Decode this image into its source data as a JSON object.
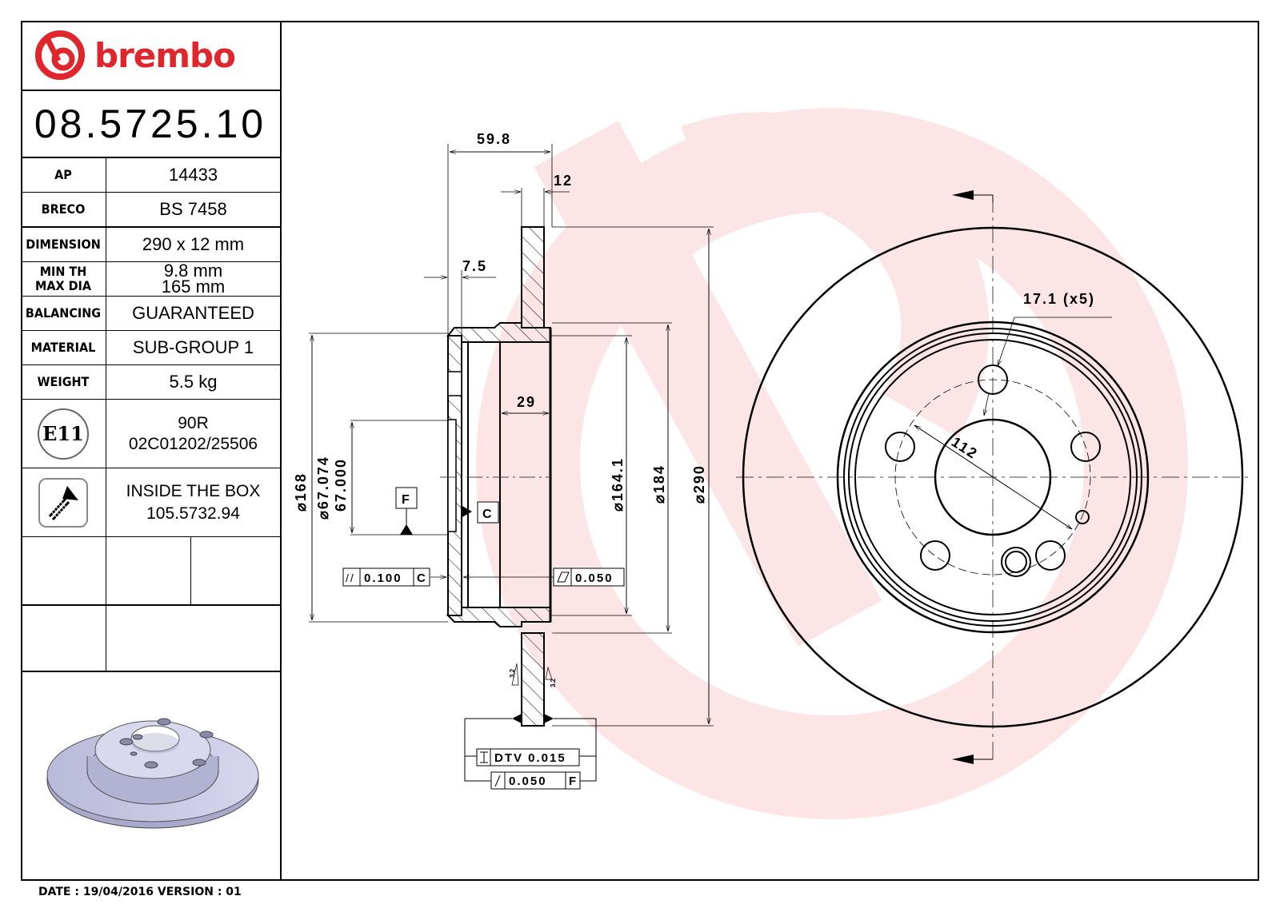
{
  "brand": {
    "name": "brembo",
    "color": "#e0262d"
  },
  "part_number": "08.5725.10",
  "specs": [
    {
      "label": "AP",
      "value": "14433"
    },
    {
      "label": "BRECO",
      "value": "BS 7458"
    },
    {
      "label": "DIMENSION",
      "value": "290 x 12 mm"
    },
    {
      "label": "MIN TH",
      "value": "9.8 mm"
    },
    {
      "label": "MAX DIA",
      "value": "165 mm"
    },
    {
      "label": "BALANCING",
      "value": "GUARANTEED"
    },
    {
      "label": "MATERIAL",
      "value": "SUB-GROUP 1"
    },
    {
      "label": "WEIGHT",
      "value": "5.5 kg"
    }
  ],
  "homologation": {
    "badge": "E11",
    "line1": "90R",
    "line2": "02C01202/25506"
  },
  "screw": {
    "icon": "screw-icon",
    "line1": "INSIDE THE BOX",
    "line2": "105.5732.94"
  },
  "footer": {
    "text": "DATE : 19/04/2016 VERSION : 01",
    "date": "19/04/2016",
    "version": "01"
  },
  "section_view": {
    "dims": {
      "overall_height": "59.8",
      "disc_thickness": "12",
      "flange_offset": "7.5",
      "hat_depth": "29",
      "dia_168": "168",
      "dia_center_max": "67.074",
      "dia_center_min": "67.000",
      "dia_164_1": "164.1",
      "dia_184": "184",
      "dia_290": "290"
    },
    "datums": {
      "f": "F",
      "c": "C"
    },
    "tolerances": {
      "parallelism": {
        "symbol": "//",
        "value": "0.100",
        "datum": "C"
      },
      "flatness": {
        "symbol": "flatness",
        "value": "0.050"
      },
      "dtv": {
        "label": "DTV",
        "value": "0.015"
      },
      "runout": {
        "symbol": "runout",
        "value": "0.050",
        "datum": "F"
      }
    },
    "roughness": [
      "3.2",
      "3.2"
    ]
  },
  "front_view": {
    "bolt_hole_label": "17.1 (x5)",
    "pcd": "112"
  }
}
